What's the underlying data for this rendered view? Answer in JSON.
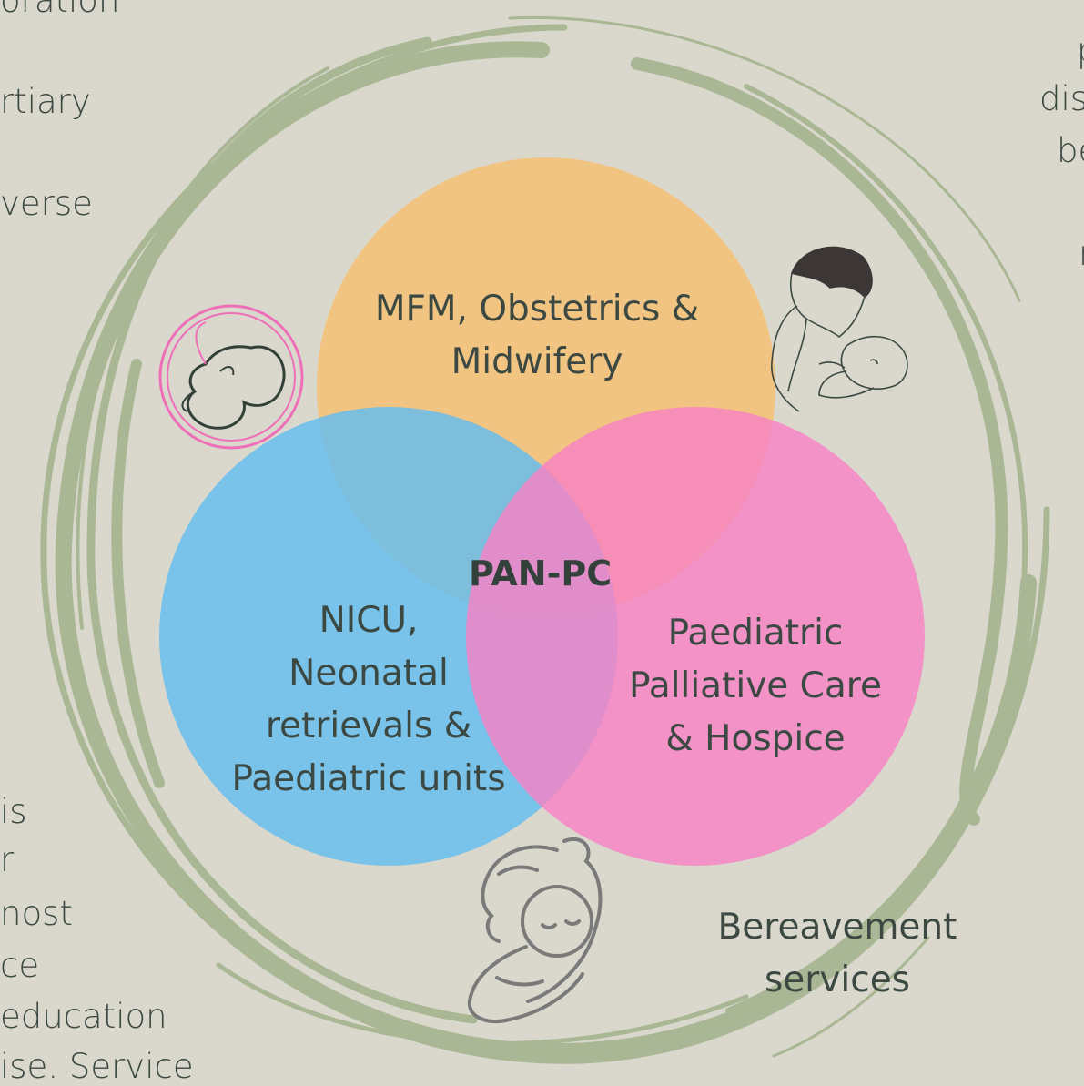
{
  "left_edge_text": {
    "top": [
      "oration",
      "rtiary",
      "verse"
    ],
    "bottom": [
      "is",
      "r",
      "nost",
      "ce",
      " education",
      "ise. Service"
    ]
  },
  "right_edge_text": [
    "p",
    "dis",
    "be",
    "r"
  ],
  "diagram": {
    "circles": [
      {
        "name": "MFM, Obstetrics & Midwifery",
        "lines": [
          "MFM, Obstetrics &",
          "Midwifery"
        ],
        "color": "#f6c072"
      },
      {
        "name": "NICU, Neonatal retrievals & Paediatric units",
        "lines": [
          "NICU,",
          "Neonatal",
          "retrievals &",
          "Paediatric units"
        ],
        "color": "#63bdf0"
      },
      {
        "name": "Paediatric Palliative Care & Hospice",
        "lines": [
          "Paediatric",
          "Palliative Care",
          "& Hospice"
        ],
        "color": "#f782c5"
      }
    ],
    "center_label": "PAN-PC",
    "outer_label": [
      "Bereavement",
      "services"
    ],
    "ring_color": "#a9b795"
  }
}
